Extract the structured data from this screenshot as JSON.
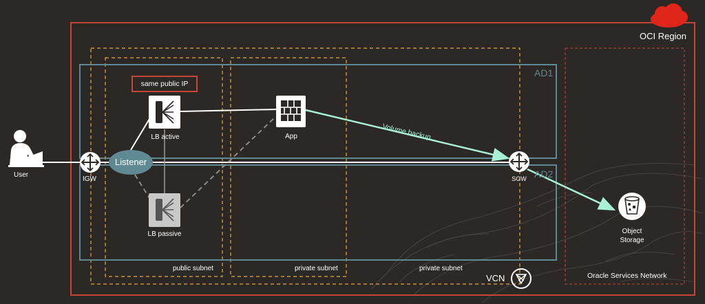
{
  "region": {
    "label": "OCI Region"
  },
  "ad1": {
    "label": "AD1"
  },
  "ad2": {
    "label": "AD2"
  },
  "vcn": {
    "label": "VCN"
  },
  "subnets": {
    "public": "public subnet",
    "private1": "private subnet",
    "private2": "private subnet"
  },
  "osn": {
    "label": "Oracle Services Network"
  },
  "callout": {
    "label": "same public IP"
  },
  "nodes": {
    "user": "User",
    "igw": "IGW",
    "listener": "Listener",
    "lb_active": "LB active",
    "lb_passive": "LB passive",
    "app": "App",
    "sgw": "SGW",
    "object_storage_line1": "Object",
    "object_storage_line2": "Storage"
  },
  "flows": {
    "volume_backup": "Volume backup"
  },
  "colors": {
    "background": "#2b2826",
    "region": "#c74634",
    "ad": "#5f8a94",
    "subnet": "#e8a838",
    "osn": "#c74634",
    "backup_arrow": "#a8f0d4",
    "listener": "#5f8a94"
  },
  "icons": {
    "cloud": "cloud-icon",
    "user": "user-at-laptop-icon",
    "router": "router-icon",
    "load_balancer": "load-balancer-icon",
    "app": "app-grid-icon",
    "object_storage": "object-storage-bucket-icon",
    "vcn": "vcn-icon"
  }
}
